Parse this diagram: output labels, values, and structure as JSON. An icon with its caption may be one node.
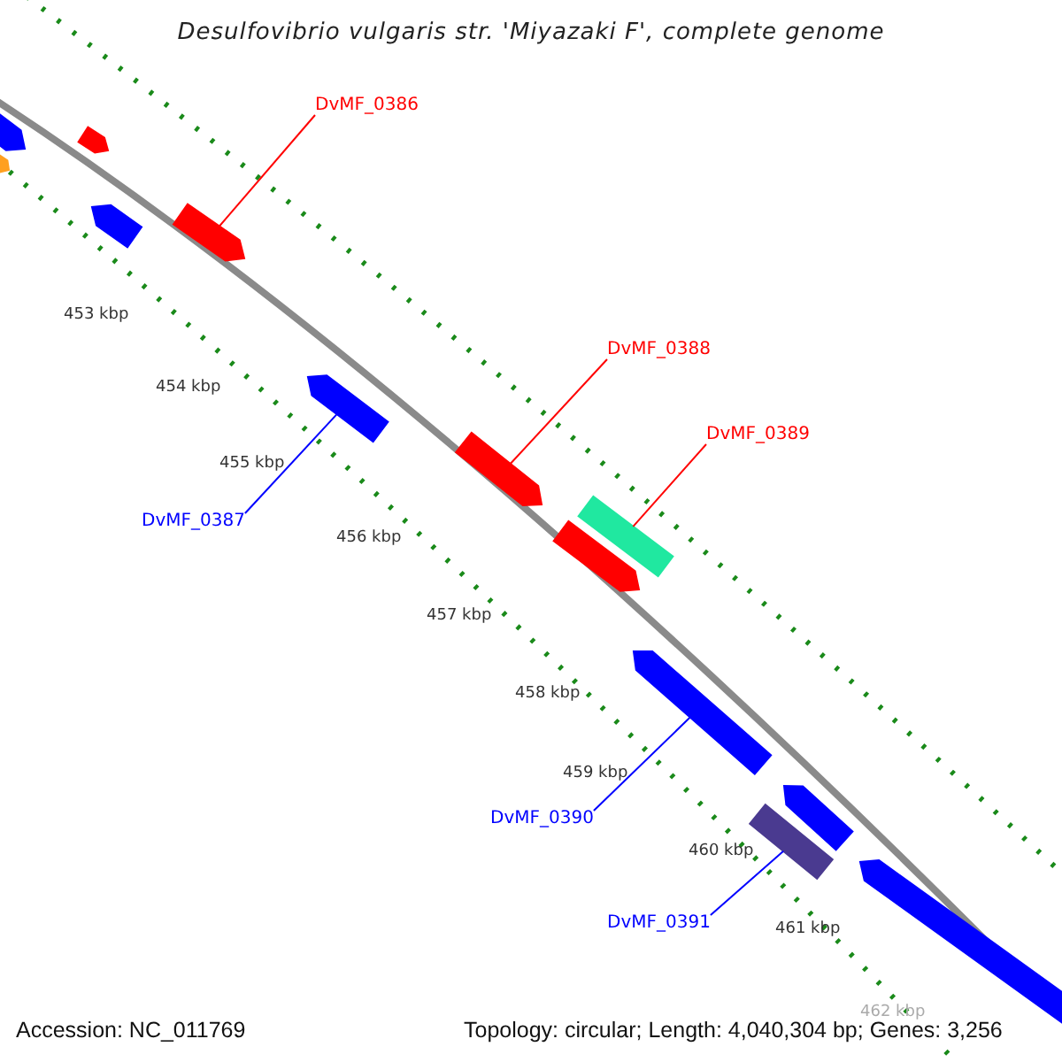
{
  "diagram": {
    "title": "Desulfovibrio vulgaris str. 'Miyazaki F', complete genome",
    "nodes": [
      {
        "text": [
          "DvMF_0386"
        ]
      },
      {
        "text": [],
        "shape": "bar"
      },
      {
        "text": [
          "DvMF_0388"
        ]
      },
      {
        "text": [],
        "shape": "bar"
      },
      {
        "text": [
          "DvMF_0389"
        ]
      },
      {
        "text": [],
        "shape": "bar"
      },
      {
        "text": [
          "DvMF_0387"
        ]
      },
      {
        "text": [],
        "shape": "bar"
      },
      {
        "text": [
          "DvMF_0390"
        ]
      },
      {
        "text": [],
        "shape": "bar"
      },
      {
        "text": [
          "DvMF_0391"
        ]
      },
      {
        "text": [],
        "shape": "bar"
      },
      {
        "text": [],
        "shape": "bar"
      },
      {
        "text": [],
        "shape": "bar"
      },
      {
        "text": [],
        "shape": "bar"
      },
      {
        "text": [],
        "shape": "bar"
      },
      {
        "text": [],
        "shape": "bar"
      },
      {
        "text": [],
        "shape": "bar"
      },
      {
        "text": [],
        "shape": "bar"
      }
    ],
    "edges": [
      {
        "from": 0,
        "to": 1,
        "arrow": "none",
        "color": "#ff0000"
      },
      {
        "from": 2,
        "to": 3,
        "arrow": "none",
        "color": "#ff0000"
      },
      {
        "from": 4,
        "to": 5,
        "arrow": "none",
        "color": "#ff0000"
      },
      {
        "from": 6,
        "to": 7,
        "arrow": "none",
        "color": "#0000ff"
      },
      {
        "from": 8,
        "to": 9,
        "arrow": "none",
        "color": "#0000ff"
      },
      {
        "from": 10,
        "to": 11,
        "arrow": "none",
        "color": "#0000ff"
      }
    ],
    "labels": [
      "453 kbp",
      "454 kbp",
      "455 kbp",
      "456 kbp",
      "457 kbp",
      "458 kbp",
      "459 kbp",
      "460 kbp",
      "461 kbp",
      "462 kbp",
      "Accession: NC_011769",
      "Topology: circular; Length: 4,040,304 bp; Genes: 3,256"
    ]
  }
}
